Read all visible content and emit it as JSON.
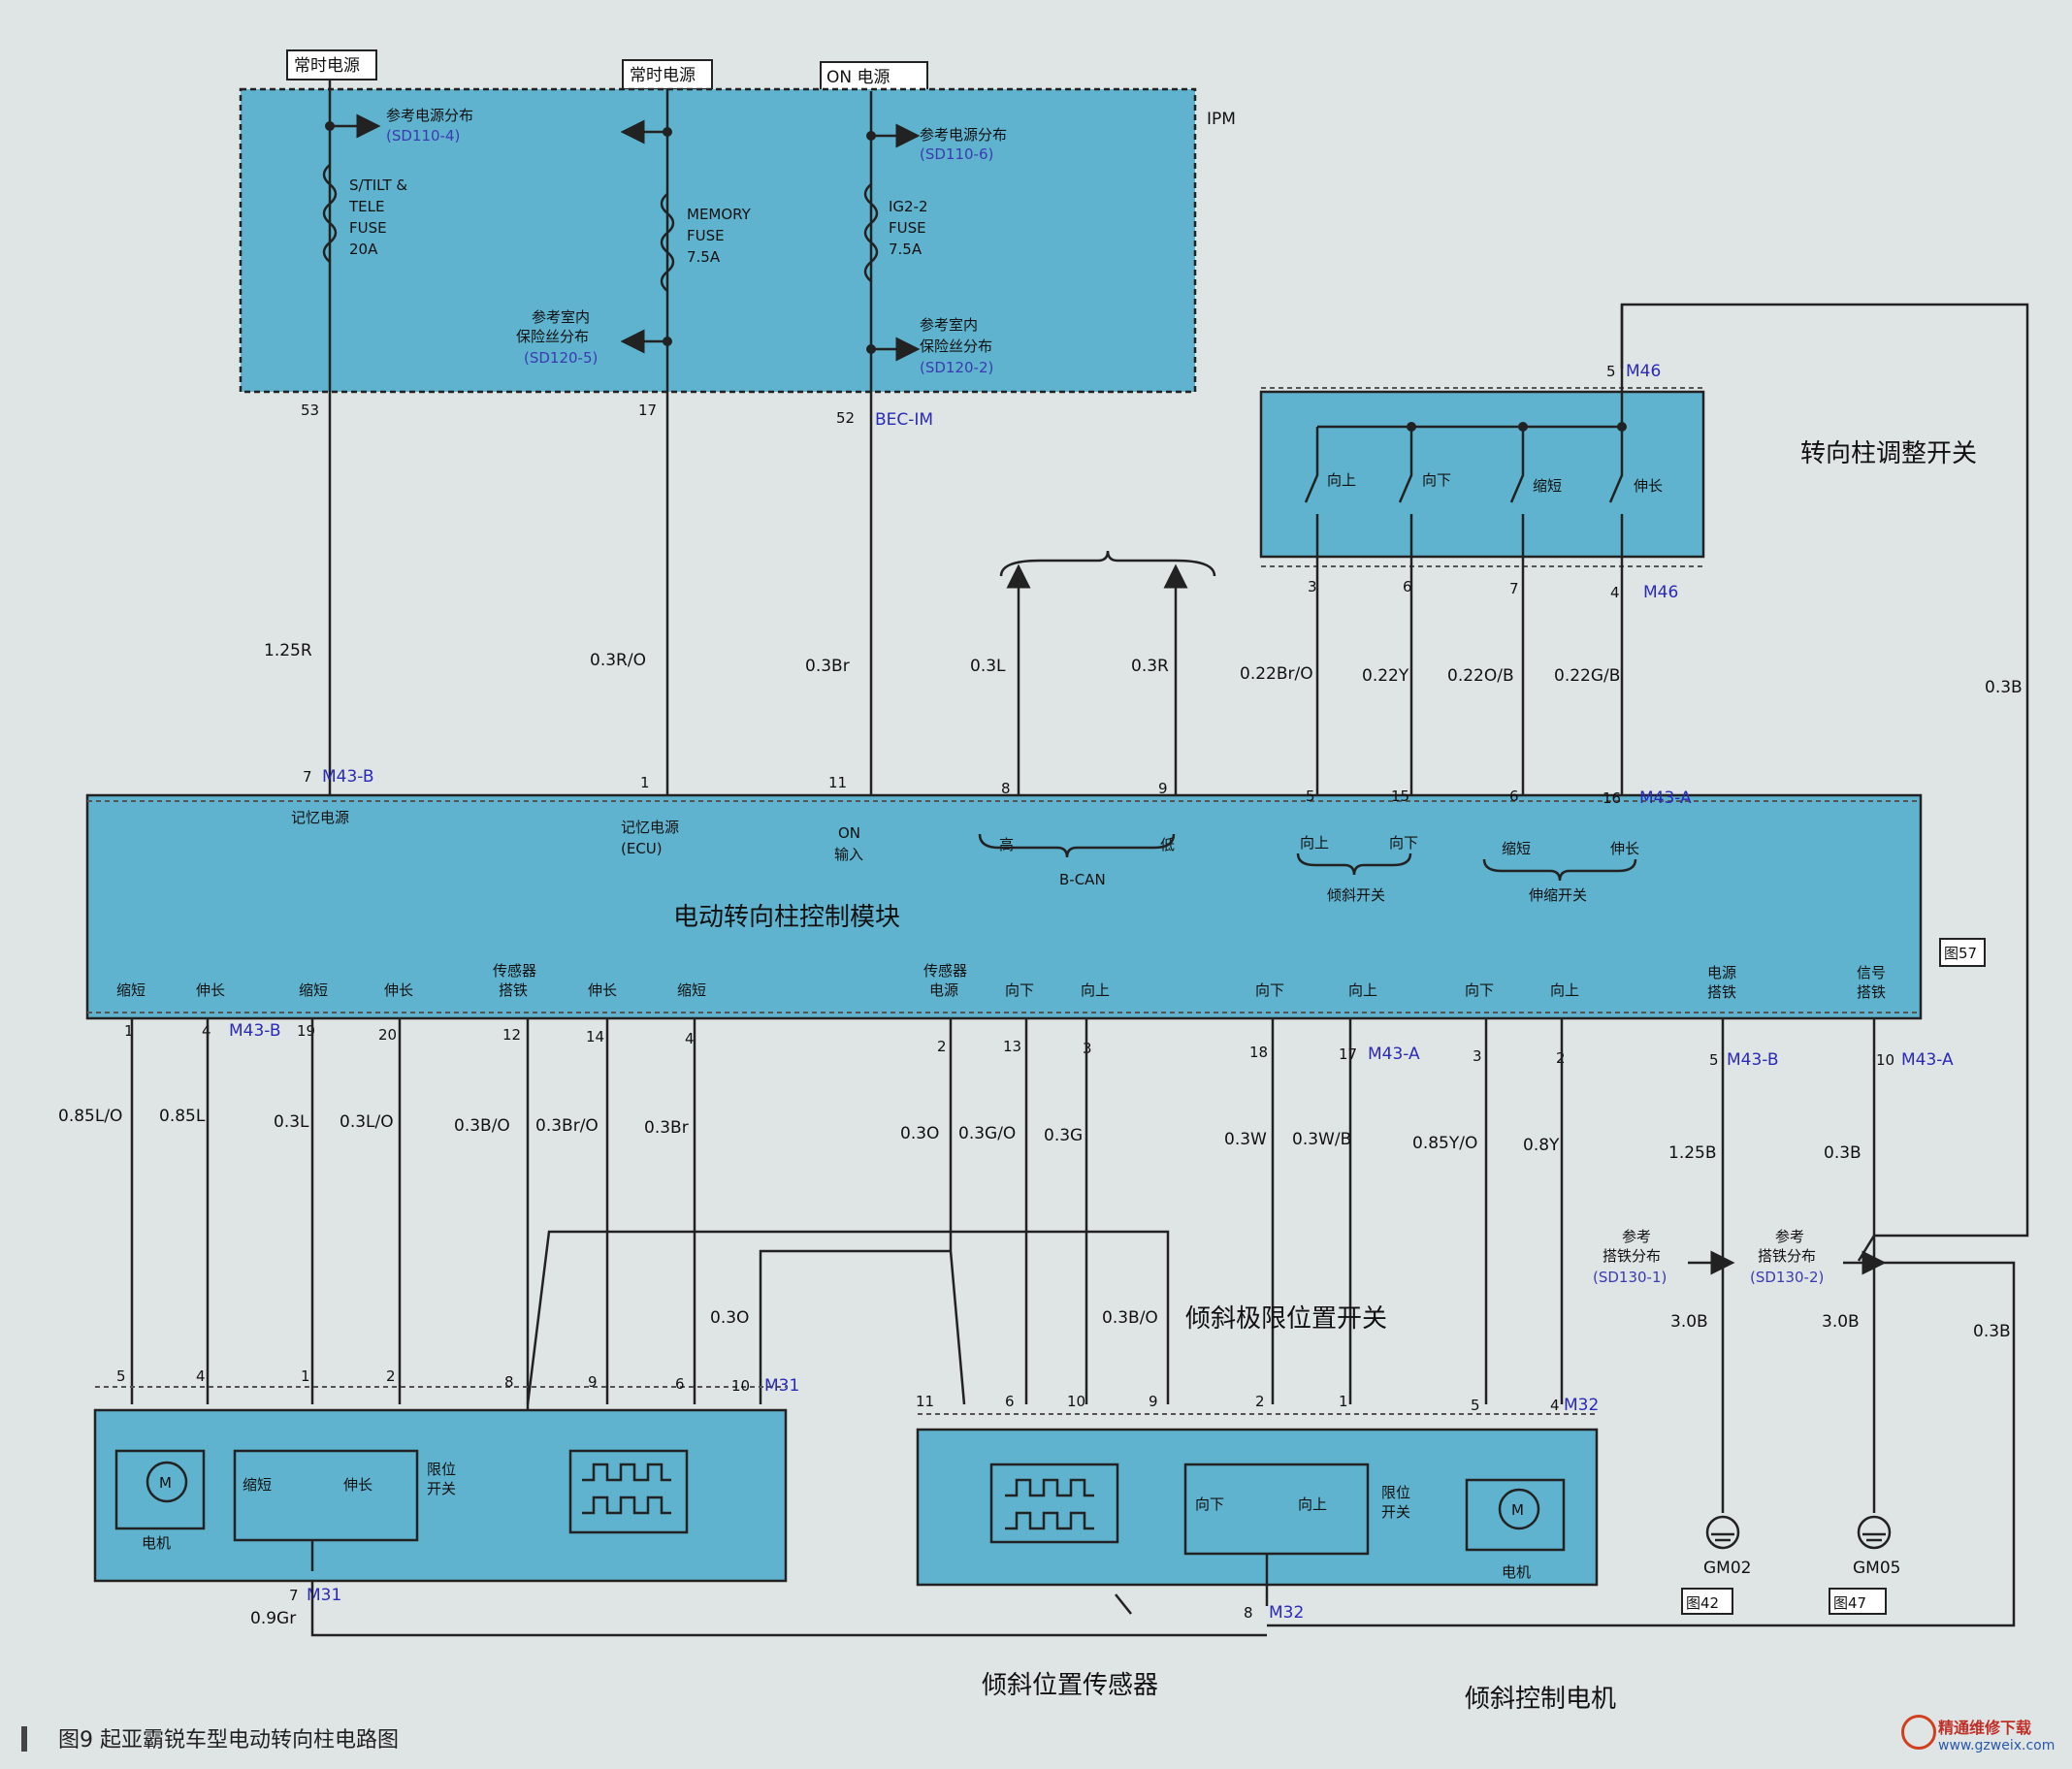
{
  "sources": {
    "s1": "常时电源",
    "s2": "常时电源",
    "s3": "ON 电源"
  },
  "ipm": {
    "label": "IPM",
    "ref_power_1": "参考电源分布",
    "ref_power_1_code": "(SD110-4)",
    "fuse1": [
      "S/TILT &",
      "TELE",
      "FUSE",
      "20A"
    ],
    "fuse2": [
      "MEMORY",
      "FUSE",
      "7.5A"
    ],
    "ref_fuse_2": [
      "参考室内",
      "保险丝分布"
    ],
    "ref_fuse_2_code": "(SD120-5)",
    "ref_power_3": "参考电源分布",
    "ref_power_3_code": "(SD110-6)",
    "fuse3": [
      "IG2-2",
      "FUSE",
      "7.5A"
    ],
    "ref_fuse_3": [
      "参考室内",
      "保险丝分布"
    ],
    "ref_fuse_3_code": "(SD120-2)",
    "pin53": "53",
    "pin17": "17",
    "pin52": "52",
    "bec": "BEC-IM"
  },
  "switch": {
    "title": "转向柱调整开关",
    "labels": [
      "向上",
      "向下",
      "缩短",
      "伸长"
    ],
    "pin_top": "5",
    "conn_top": "M46",
    "pins_bottom": [
      "3",
      "6",
      "7",
      "4"
    ],
    "conn_bottom": "M46"
  },
  "upper_wires": {
    "w1": "1.25R",
    "w2": "0.3R/O",
    "w3": "0.3Br",
    "w4": "0.3L",
    "w5": "0.3R",
    "w6": "0.22Br/O",
    "w7": "0.22Y",
    "w8": "0.22O/B",
    "w9": "0.22G/B",
    "w_right": "0.3B"
  },
  "module": {
    "title": "电动转向柱控制模块",
    "ref": "图57",
    "top_pins": [
      "7",
      "1",
      "11",
      "8",
      "9",
      "5",
      "15",
      "6",
      "16"
    ],
    "conn_left": "M43-B",
    "conn_right": "M43-A",
    "lbl_mem": "记忆电源",
    "lbl_mem_ecu": [
      "记忆电源",
      "(ECU)"
    ],
    "lbl_on": [
      "ON",
      "输入"
    ],
    "lbl_high": "高",
    "lbl_low": "低",
    "lbl_bcan": "B-CAN",
    "lbl_up": "向上",
    "lbl_down": "向下",
    "lbl_tilt_sw": "倾斜开关",
    "lbl_short": "缩短",
    "lbl_long": "伸长",
    "lbl_tele_sw": "伸缩开关",
    "bottom_labels": [
      "缩短",
      "伸长",
      "缩短",
      "伸长",
      "传感器\n搭铁",
      "伸长",
      "缩短",
      "传感器\n电源",
      "向下",
      "向上",
      "向下",
      "向上",
      "向下",
      "向上",
      "电源\n搭铁",
      "信号\n搭铁"
    ],
    "bottom_pins": [
      "1",
      "4",
      "19",
      "20",
      "12",
      "14",
      "4",
      "2",
      "13",
      "3",
      "18",
      "17",
      "3",
      "2",
      "5",
      "10"
    ],
    "bottom_conns": {
      "c1": "M43-B",
      "c2": "M43-A",
      "c3": "M43-B",
      "c4": "M43-A"
    }
  },
  "lower_wires": [
    "0.85L/O",
    "0.85L",
    "0.3L",
    "0.3L/O",
    "0.3B/O",
    "0.3Br/O",
    "0.3Br",
    "0.3O",
    "0.3G/O",
    "0.3G",
    "0.3W",
    "0.3W/B",
    "0.85Y/O",
    "0.8Y",
    "1.25B",
    "0.3B"
  ],
  "mid_labels": {
    "w_03O": "0.3O",
    "w_03BrO": "0.3B/O",
    "tilt_limit": "倾斜极限位置开关",
    "ref_gnd1": [
      "参考",
      "搭铁分布"
    ],
    "ref_gnd1_code": "(SD130-1)",
    "ref_gnd2": [
      "参考",
      "搭铁分布"
    ],
    "ref_gnd2_code": "(SD130-2)",
    "w_30B_1": "3.0B",
    "w_30B_2": "3.0B",
    "w_03B": "0.3B"
  },
  "m31": {
    "pins": [
      "5",
      "4",
      "1",
      "2",
      "8",
      "9",
      "6",
      "10"
    ],
    "conn": "M31",
    "motor": "电机",
    "short": "缩短",
    "long": "伸长",
    "limit": [
      "限位",
      "开关"
    ],
    "pin_bottom": "7",
    "conn_bottom": "M31",
    "wire_bottom": "0.9Gr"
  },
  "m32": {
    "pins": [
      "11",
      "6",
      "10",
      "9",
      "2",
      "1",
      "5",
      "4"
    ],
    "conn": "M32",
    "down": "向下",
    "up": "向上",
    "limit": [
      "限位",
      "开关"
    ],
    "motor": "电机",
    "pin_bottom": "8",
    "conn_bottom": "M32"
  },
  "grounds": {
    "g1": "GM02",
    "g1_ref": "图42",
    "g2": "GM05",
    "g2_ref": "图47"
  },
  "bottom_labels": {
    "tilt_sensor": "倾斜位置传感器",
    "tilt_motor": "倾斜控制电机"
  },
  "caption": "图9  起亚霸锐车型电动转向柱电路图",
  "watermark": {
    "l1": "精通维修下载",
    "l2": "www.gzweix.com"
  },
  "colors": {
    "box": "#5fb3cf",
    "wire": "#222222",
    "accent": "#3b3bb0"
  }
}
